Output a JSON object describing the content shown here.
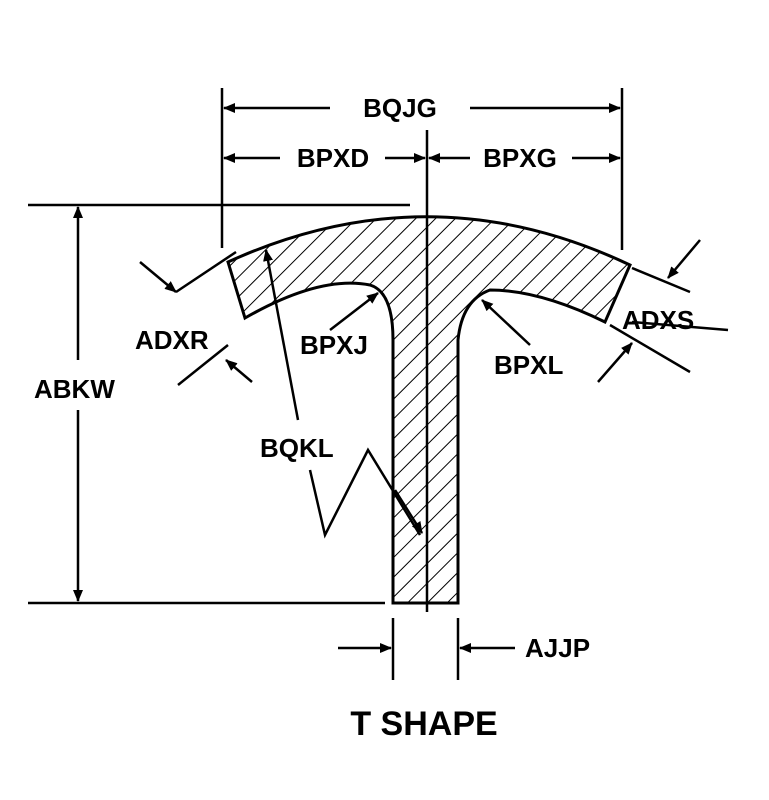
{
  "title": "T SHAPE",
  "labels": {
    "overall_width": "BQJG",
    "left_half_width": "BPXD",
    "right_half_width": "BPXG",
    "height": "ABKW",
    "left_flange_thickness": "ADXR",
    "right_flange_thickness": "ADXS",
    "left_fillet_radius": "BPXJ",
    "right_fillet_radius": "BPXL",
    "flange_radius": "BQKL",
    "stem_thickness": "AJJP"
  },
  "colors": {
    "line": "#000000",
    "background": "#ffffff"
  }
}
